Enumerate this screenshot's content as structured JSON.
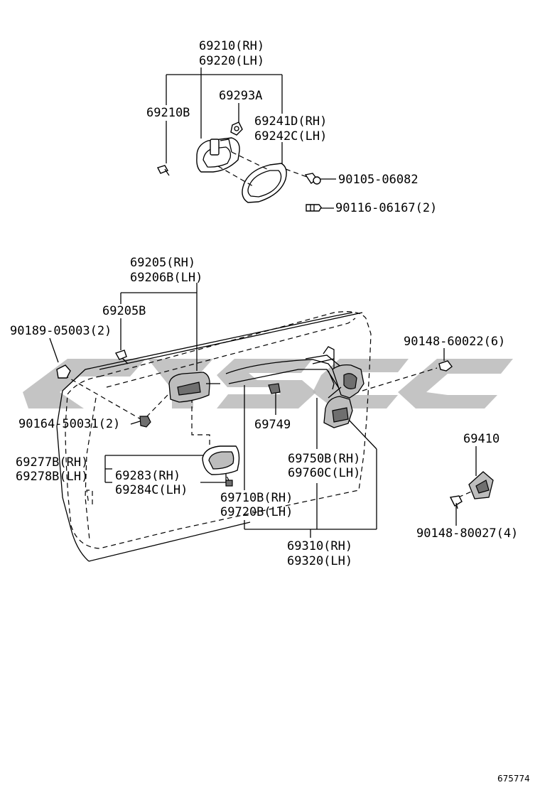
{
  "labels": {
    "p69210": "69210(RH)",
    "p69220": "69220(LH)",
    "p69293A": "69293A",
    "p69210B": "69210B",
    "p69241D": "69241D(RH)",
    "p69242C": "69242C(LH)",
    "p90105": "90105-06082",
    "p90116": "90116-06167(2)",
    "p69205": "69205(RH)",
    "p69206B": "69206B(LH)",
    "p69205B": "69205B",
    "p90189": "90189-05003(2)",
    "p90148a": "90148-60022(6)",
    "p90164": "90164-50031(2)",
    "p69749": "69749",
    "p69410": "69410",
    "p69277B": "69277B(RH)",
    "p69278B": "69278B(LH)",
    "p69283": "69283(RH)",
    "p69284C": "69284C(LH)",
    "p69750B": "69750B(RH)",
    "p69760C": "69760C(LH)",
    "p69710B": "69710B(RH)",
    "p69720B": "69720B(LH)",
    "p90148b": "90148-80027(4)",
    "p69310": "69310(RH)",
    "p69320": "69320(LH)",
    "figure_number": "675774"
  }
}
